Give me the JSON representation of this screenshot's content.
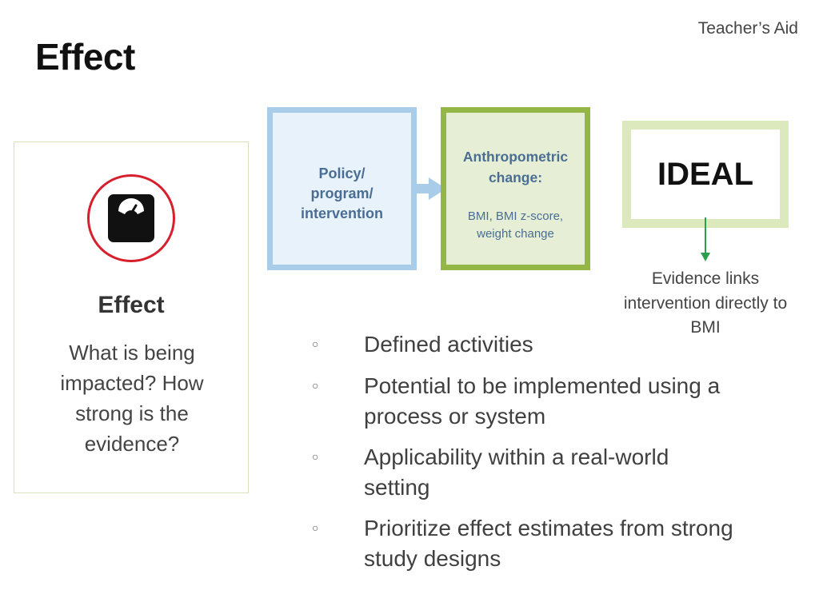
{
  "header": {
    "corner_label": "Teacher’s Aid",
    "title": "Effect"
  },
  "card": {
    "icon": "scale-icon",
    "title": "Effect",
    "description": "What is being impacted? How strong is the evidence?"
  },
  "flow": {
    "policy": {
      "line1": "Policy/",
      "line2": "program/",
      "line3": "intervention"
    },
    "anthro": {
      "line1": "Anthropometric",
      "line2": "change:",
      "sub1": "BMI, BMI z-score,",
      "sub2": "weight change"
    },
    "ideal": "IDEAL",
    "note": "Evidence links intervention directly to BMI"
  },
  "criteria": [
    "Defined activities",
    "Potential to be implemented using a process or system",
    "Applicability within a real-world setting",
    "Prioritize effect estimates from strong study designs"
  ],
  "colors": {
    "policy_border": "#a9cde8",
    "anthro_border": "#94b646",
    "ideal_border": "#dce9bd",
    "icon_ring": "#d6202d",
    "arrow_green": "#2aa04a"
  }
}
